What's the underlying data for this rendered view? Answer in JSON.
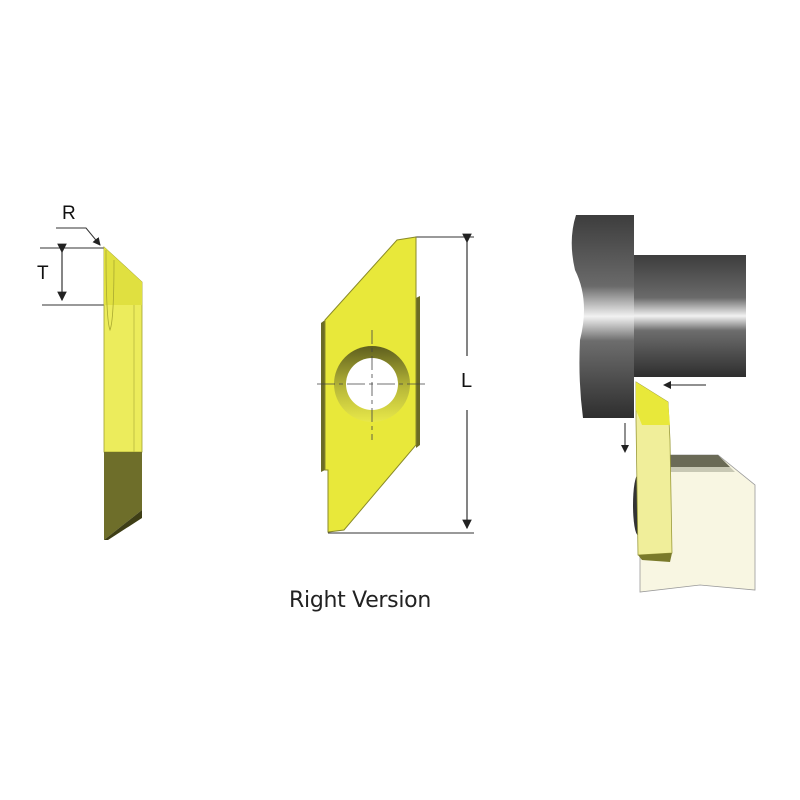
{
  "diagram": {
    "caption": "Right Version",
    "dimension_labels": {
      "radius": "R",
      "thickness": "T",
      "length": "L"
    },
    "views": [
      {
        "id": "side-view",
        "description": "Insert side profile with R and T dimensions"
      },
      {
        "id": "front-view",
        "description": "Insert front face with center hole and L dimension"
      },
      {
        "id": "application-view",
        "description": "Insert mounted in holder cutting rotating workpiece"
      }
    ],
    "colors": {
      "insert_yellow": "#e8e83a",
      "insert_shadow": "#6b6b2a",
      "workpiece_dark": "#4a4a4a",
      "holder_cream": "#f8f6e0",
      "line": "#222222"
    }
  }
}
